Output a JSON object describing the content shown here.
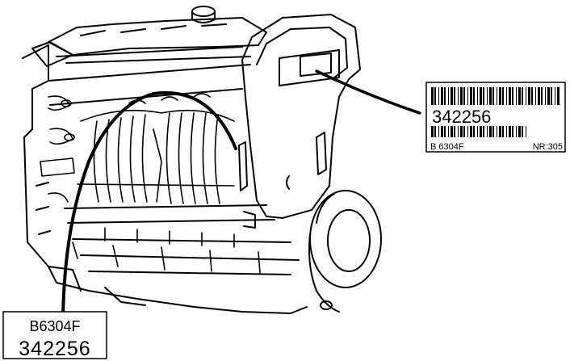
{
  "engine_label": {
    "serial": "342256",
    "engine_code": "B 6304F",
    "number": "NR:305"
  },
  "block_stamp": {
    "engine_code": "B6304F",
    "serial": "342256"
  },
  "colors": {
    "line": "#000000",
    "background": "#ffffff"
  }
}
